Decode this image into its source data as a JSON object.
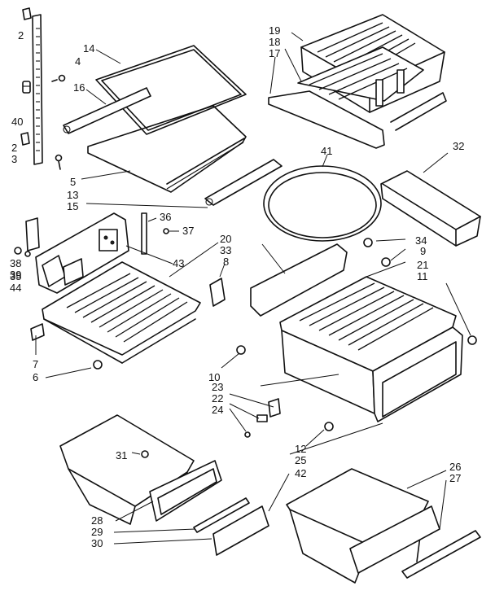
{
  "labels": {
    "c1": "2",
    "c2": "4",
    "c3": "14",
    "c4": "16",
    "c5": "40",
    "c6": "2",
    "c7": "3",
    "c8": "5",
    "c9": "13",
    "c10": "15",
    "c11": "19",
    "c12": "18",
    "c13": "17",
    "c14": "41",
    "c15": "32",
    "c16": "36",
    "c17": "37",
    "c18": "39",
    "c19": "38",
    "c20": "35",
    "c21": "44",
    "c22": "43",
    "c23": "20",
    "c24": "33",
    "c25": "8",
    "c26": "34",
    "c27": "9",
    "c28": "21",
    "c29": "11",
    "c30": "7",
    "c31": "6",
    "c32": "10",
    "c33": "23",
    "c34": "22",
    "c35": "24",
    "c36": "12",
    "c37": "25",
    "c38": "42",
    "c39": "31",
    "c40": "28",
    "c41": "29",
    "c42": "30",
    "c43": "26",
    "c44": "27"
  }
}
